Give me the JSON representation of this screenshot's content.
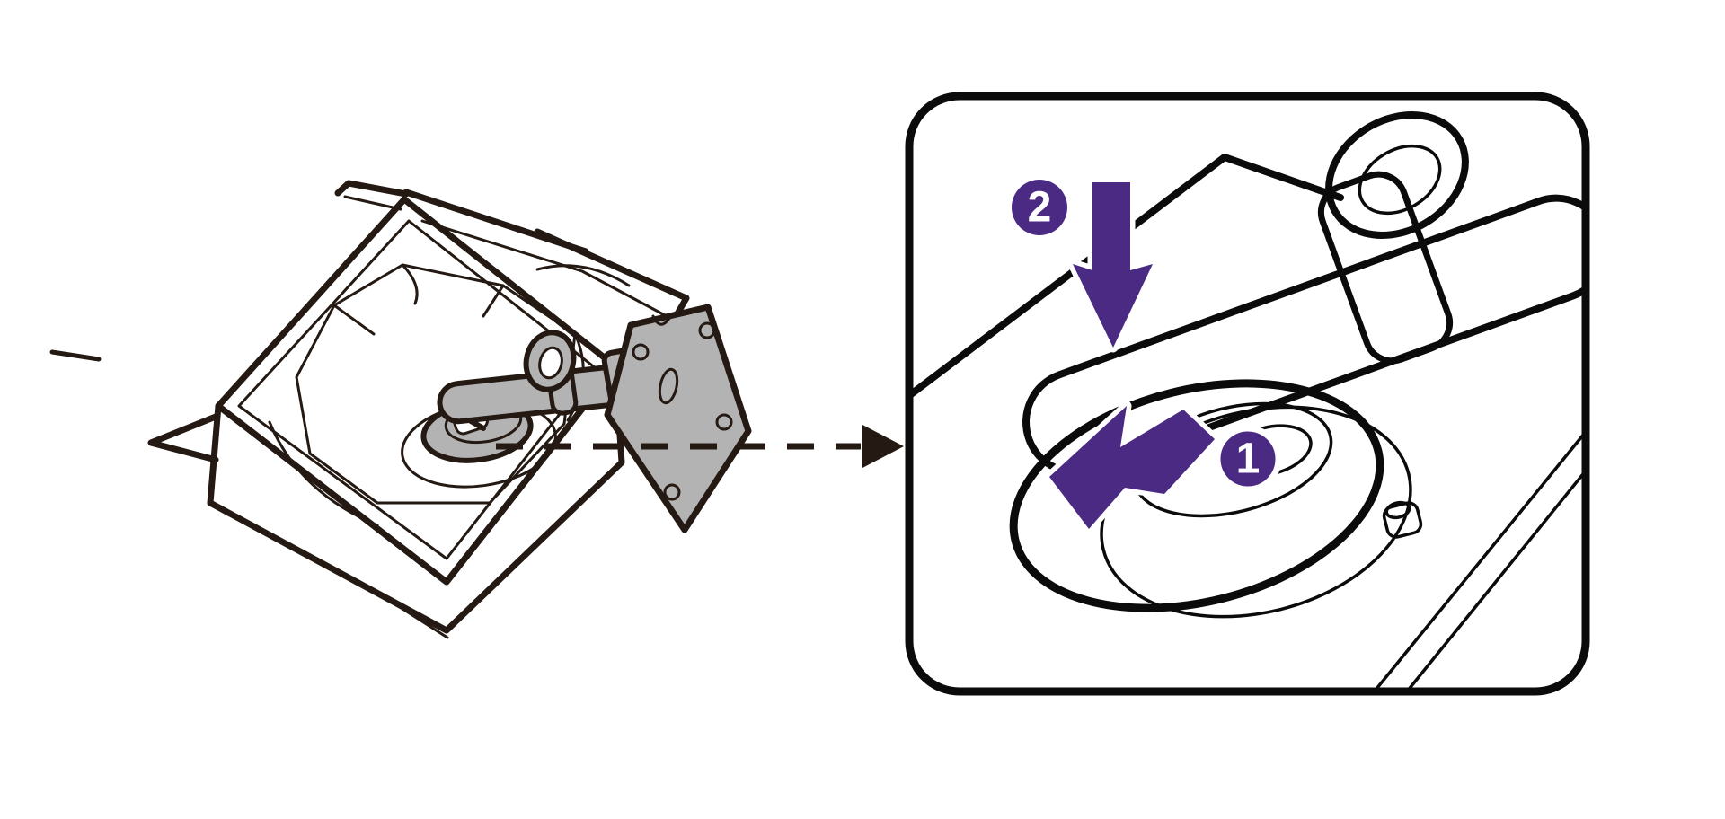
{
  "steps": [
    {
      "number": "1",
      "arrow_icon": "arrow-left"
    },
    {
      "number": "2",
      "arrow_icon": "arrow-down"
    }
  ],
  "connector": {
    "style": "dashed",
    "direction": "right"
  },
  "colors": {
    "accent_purple": "#4b2a84",
    "outline_dark": "#241a13",
    "panel_outline": "#0b0b0b",
    "gray_fill": "#b3b3b3",
    "background": "#ffffff"
  }
}
